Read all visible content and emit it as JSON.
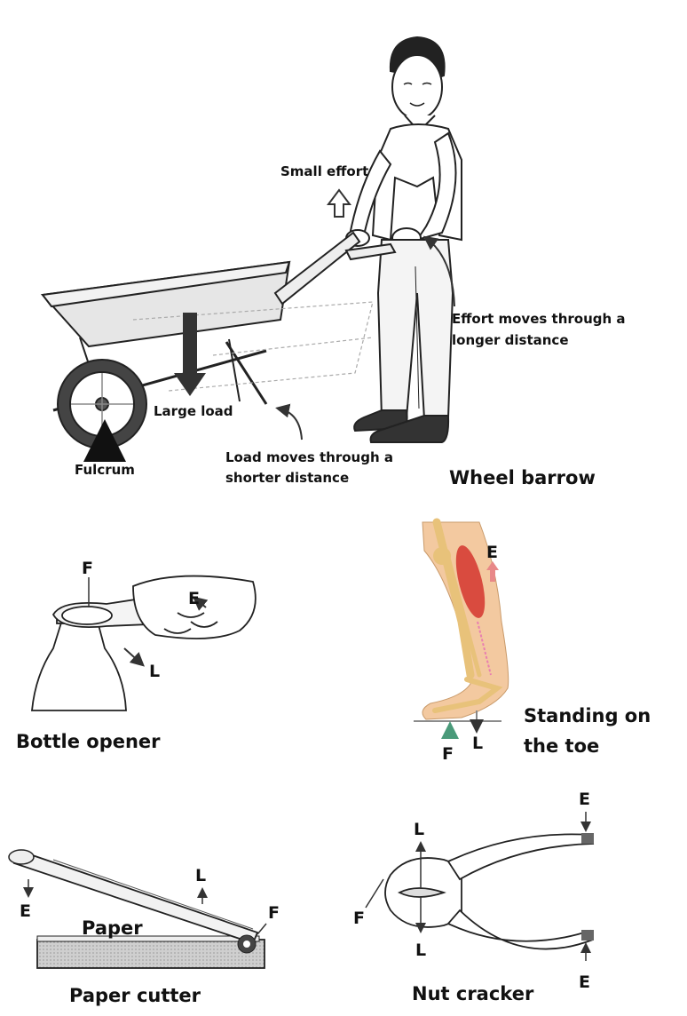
{
  "wheelbarrow": {
    "small_effort": "Small effort",
    "effort_line1": "Effort moves through a",
    "effort_line2": "longer distance",
    "large_load": "Large load",
    "fulcrum": "Fulcrum",
    "load_line1": "Load moves through a",
    "load_line2": "shorter distance",
    "title": "Wheel barrow"
  },
  "bottle_opener": {
    "title": "Bottle opener",
    "f": "F",
    "e": "E",
    "l": "L"
  },
  "toe": {
    "title_line1": "Standing on",
    "title_line2": "the toe",
    "e": "E",
    "l": "L",
    "f": "F"
  },
  "paper_cutter": {
    "title": "Paper cutter",
    "paper": "Paper",
    "e": "E",
    "l": "L",
    "f": "F"
  },
  "nut_cracker": {
    "title": "Nut cracker",
    "e_top": "E",
    "e_bottom": "E",
    "l_top": "L",
    "l_bottom": "L",
    "f": "F"
  },
  "colors": {
    "bone": "#e8c27a",
    "muscle": "#d94b3f",
    "skin": "#f3c9a0",
    "fulcrum_green": "#4a9a7a",
    "effort_arrow": "#e88888",
    "gray_fill": "#bdbdbd"
  }
}
